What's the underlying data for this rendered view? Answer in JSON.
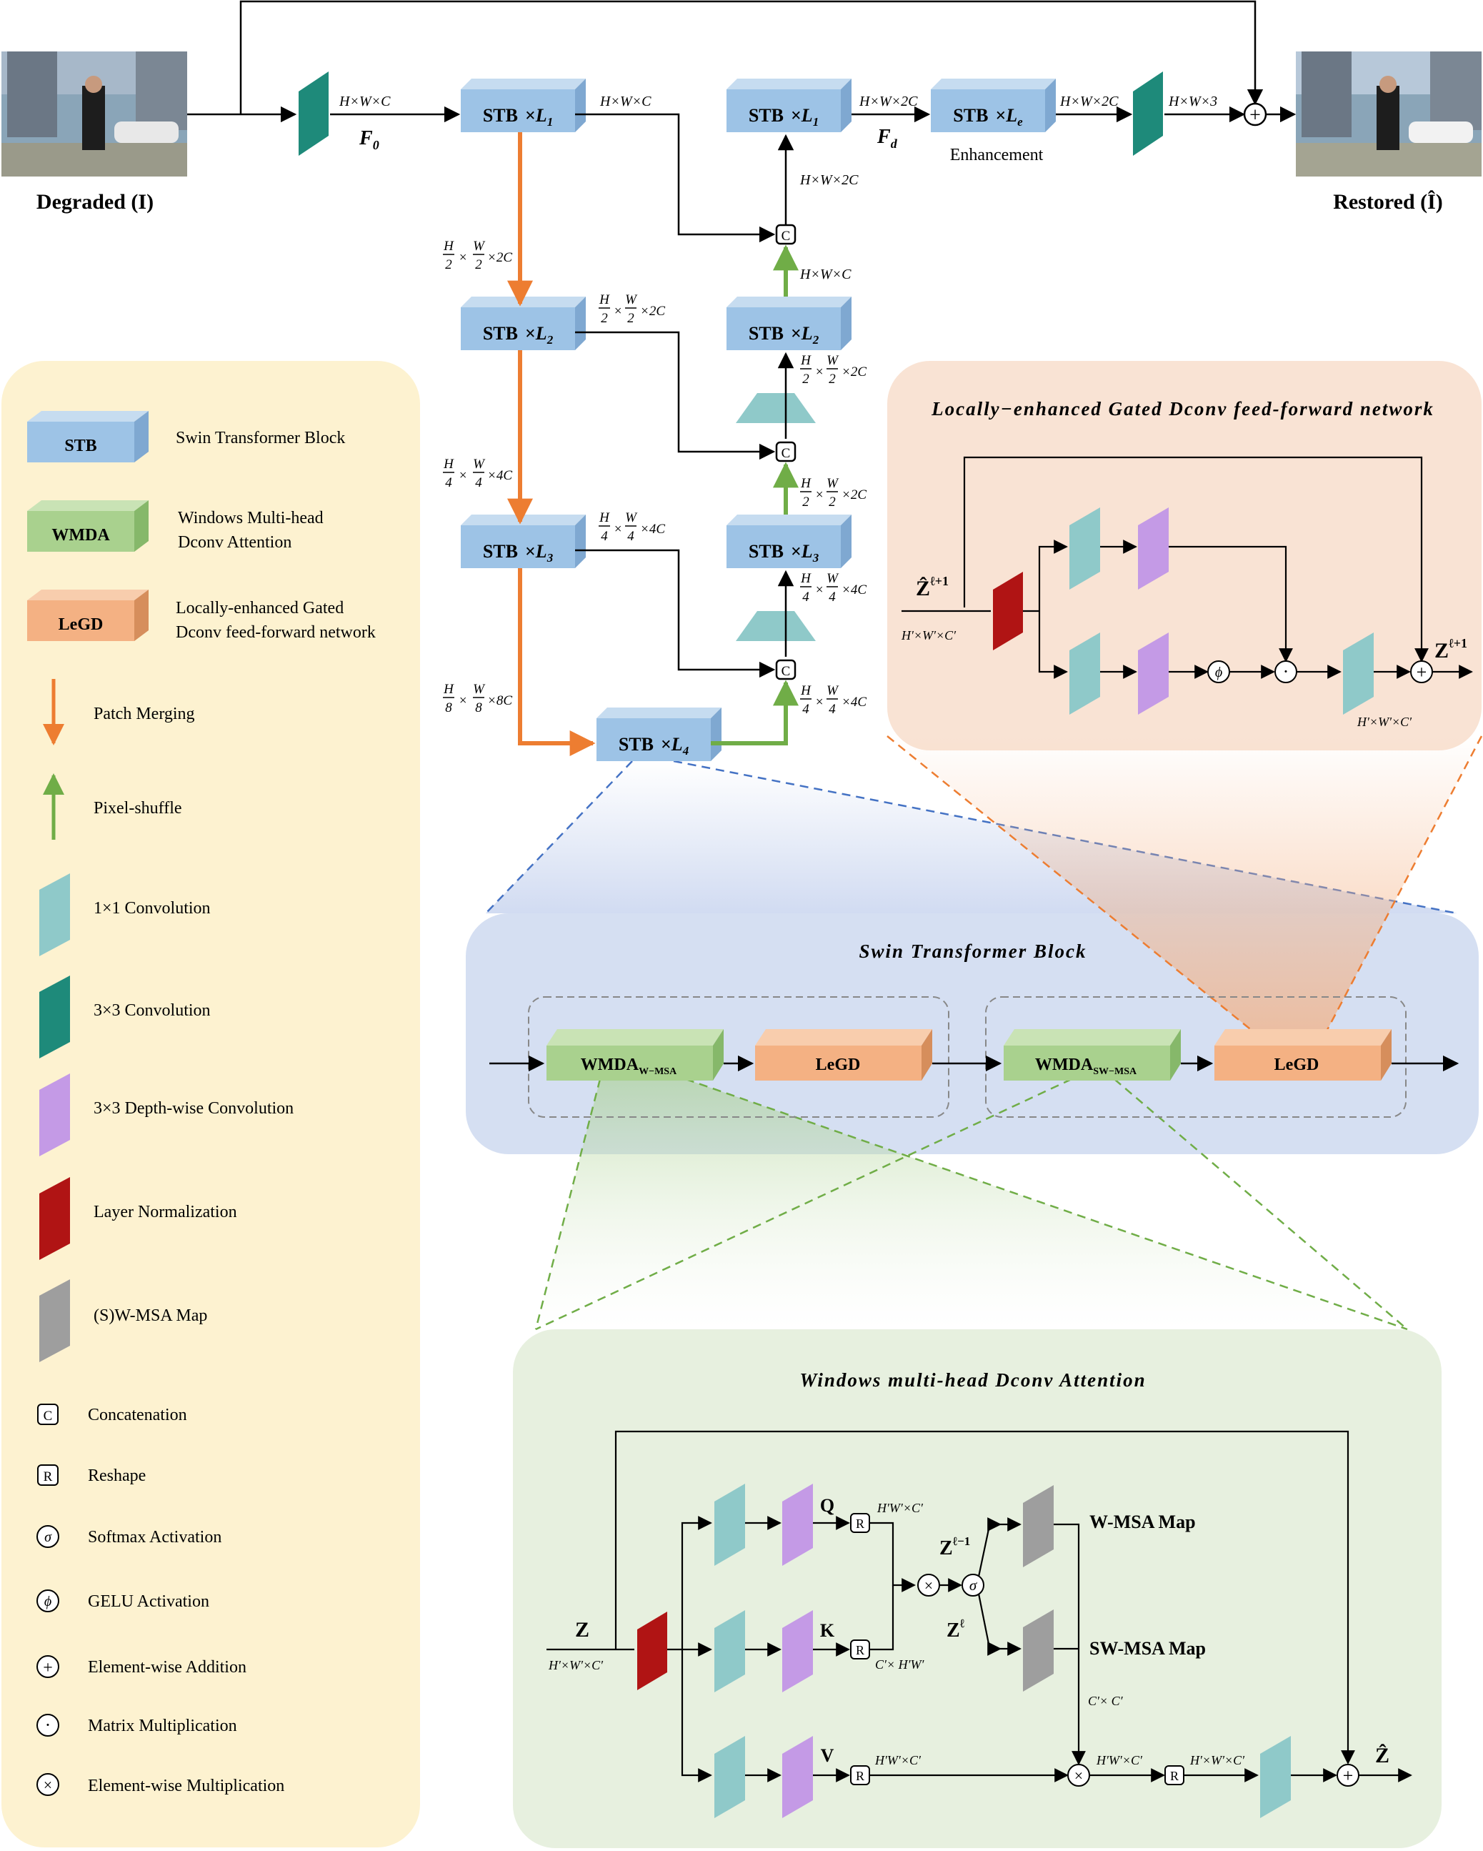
{
  "images": {
    "degraded_caption": "Degraded (I)",
    "restored_caption": "Restored (Î)"
  },
  "top": {
    "dim_hwc": "H×W×C",
    "dim_hw2c": "H×W×2C",
    "dim_hw3": "H×W×3",
    "f0": "F",
    "f0_sub": "0",
    "fd": "F",
    "fd_sub": "d",
    "enhancement": "Enhancement",
    "stb": "STB",
    "times": "×",
    "L": "L",
    "L1_sub": "1",
    "L2_sub": "2",
    "L3_sub": "3",
    "L4_sub": "4",
    "Le_sub": "e",
    "concat": "C",
    "frac_h2": "H",
    "frac_w2": "W",
    "den2": "2",
    "den4": "4",
    "den8": "8",
    "x2c": "×2C",
    "x4c": "×4C",
    "x8c": "×8C"
  },
  "legend": {
    "items": [
      {
        "label": "Swin Transformer Block",
        "tag": "STB"
      },
      {
        "label": "Windows Multi-head Dconv Attention",
        "tag": "WMDA",
        "line1": "Windows Multi-head",
        "line2": "Dconv Attention"
      },
      {
        "label": "Locally-enhanced Gated Dconv feed-forward network",
        "tag": "LeGD",
        "line1": "Locally-enhanced Gated",
        "line2": "Dconv feed-forward network"
      },
      {
        "label": "Patch Merging"
      },
      {
        "label": "Pixel-shuffle"
      },
      {
        "label": "1×1 Convolution"
      },
      {
        "label": "3×3 Convolution"
      },
      {
        "label": "3×3 Depth-wise Convolution"
      },
      {
        "label": "Layer Normalization"
      },
      {
        "label": "(S)W-MSA Map"
      },
      {
        "label": "Concatenation",
        "symbol": "C"
      },
      {
        "label": "Reshape",
        "symbol": "R"
      },
      {
        "label": "Softmax Activation",
        "symbol": "σ"
      },
      {
        "label": "GELU Activation",
        "symbol": "ϕ"
      },
      {
        "label": "Element-wise Addition",
        "symbol": "+"
      },
      {
        "label": "Matrix Multiplication",
        "symbol": "·"
      },
      {
        "label": "Element-wise Multiplication",
        "symbol": "×"
      }
    ]
  },
  "legd_panel": {
    "title": "Locally−enhanced Gated Dconv feed-forward network",
    "z_in": "Ẑ",
    "z_in_sup": "ℓ+1",
    "z_out": "Z",
    "z_out_sup": "ℓ+1",
    "dim": "H′×W′×C′",
    "phi": "ϕ",
    "dot": "·",
    "plus": "+"
  },
  "stb_panel": {
    "title": "Swin Transformer Block",
    "wmda": "WMDA",
    "wmsa_sub": "W−MSA",
    "swmsa_sub": "SW−MSA",
    "legd": "LeGD"
  },
  "wmda_panel": {
    "title": "Windows multi-head Dconv Attention",
    "z": "Z",
    "z_dim": "H′×W′×C′",
    "q": "Q",
    "k": "K",
    "v": "V",
    "r": "R",
    "dim_hw_c": "H′W′×C′",
    "dim_c_hw": "C′× H′W′",
    "dim_cc": "C′× C′",
    "dim_hw_c2": "H′W′×C′",
    "dim_h_w_c": "H′×W′×C′",
    "zl1": "Z",
    "zl1_sup": "ℓ−1",
    "zl": "Z",
    "zl_sup": "ℓ",
    "sigma": "σ",
    "times": "×",
    "plus": "+",
    "wmsa_map": "W-MSA Map",
    "swmsa_map": "SW-MSA Map",
    "z_hat": "Ẑ"
  },
  "colors": {
    "stb_face": "#9dc3e6",
    "wmda_face": "#a9d18e",
    "legd_face": "#f4b183",
    "conv1x1": "#8fc9c9",
    "conv3x3": "#1e8a7a",
    "dwconv": "#c49ae6",
    "layernorm": "#b01414",
    "msamap": "#9e9e9e",
    "orange_arrow": "#ed7d31",
    "green_arrow": "#70ad47",
    "legend_bg": "#fdf2d0",
    "stb_panel_bg": "#d5dff2",
    "legd_panel_bg": "#f9e3d4",
    "wmda_panel_bg": "#e7f0df"
  }
}
